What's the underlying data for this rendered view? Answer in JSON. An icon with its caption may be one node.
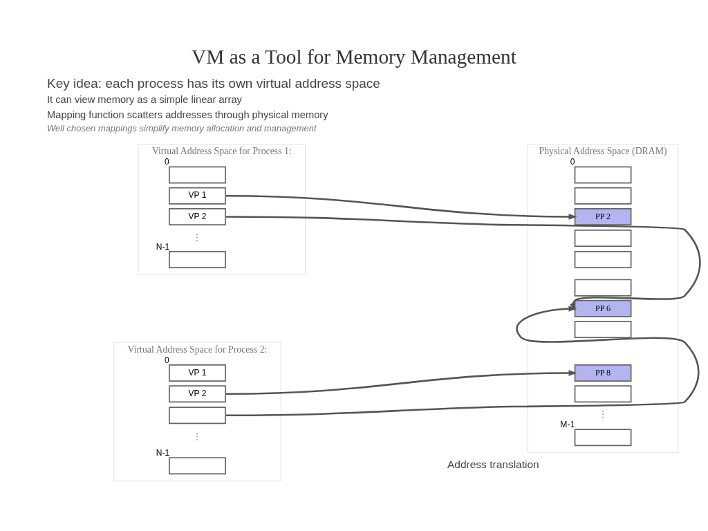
{
  "diagram": {
    "title": "VM as a Tool for Memory Management",
    "nodes": [
      {
        "text": [
          "Virtual Address Space for Process 1:"
        ]
      },
      {
        "text": [],
        "shape": "box",
        "in": 0,
        "beside": [
          "0"
        ]
      },
      {
        "text": [
          "VP 1"
        ],
        "in": 0
      },
      {
        "text": [
          "VP 2"
        ],
        "in": 0
      },
      {
        "text": [],
        "shape": "box",
        "in": 0,
        "beside": [
          "N-1"
        ]
      },
      {
        "text": [
          "Virtual Address Space for Process 2:"
        ]
      },
      {
        "text": [
          "VP 1"
        ],
        "in": 5,
        "beside": [
          "0"
        ]
      },
      {
        "text": [
          "VP 2"
        ],
        "in": 5
      },
      {
        "text": [],
        "shape": "box",
        "in": 5
      },
      {
        "text": [],
        "shape": "box",
        "in": 5,
        "beside": [
          "N-1"
        ]
      },
      {
        "text": [
          "Physical Address Space (DRAM)"
        ]
      },
      {
        "text": [],
        "shape": "box",
        "in": 10,
        "beside": [
          "0"
        ]
      },
      {
        "text": [],
        "shape": "box",
        "in": 10
      },
      {
        "text": [
          "PP 2"
        ],
        "in": 10
      },
      {
        "text": [],
        "shape": "box",
        "in": 10
      },
      {
        "text": [],
        "shape": "box",
        "in": 10
      },
      {
        "text": [],
        "shape": "box",
        "in": 10
      },
      {
        "text": [
          "PP 6"
        ],
        "in": 10
      },
      {
        "text": [],
        "shape": "box",
        "in": 10
      },
      {
        "text": [
          "PP 8"
        ],
        "in": 10
      },
      {
        "text": [],
        "shape": "box",
        "in": 10
      },
      {
        "text": [],
        "shape": "box",
        "in": 10,
        "beside": [
          "M-1"
        ]
      }
    ],
    "edges": [
      {
        "from": 2,
        "to": 13,
        "arrow": "to"
      },
      {
        "from": 3,
        "to": 17,
        "arrow": "to"
      },
      {
        "from": 7,
        "to": 19,
        "arrow": "to"
      },
      {
        "from": 8,
        "to": 17,
        "arrow": "to"
      }
    ],
    "labels": [
      "Key idea: each process has its own virtual address space",
      "It can view memory as a simple linear array",
      "Mapping function scatters addresses through physical memory",
      "Well chosen mappings simplify memory allocation and management",
      "⋮",
      "⋮",
      "Address translation",
      "⋮"
    ]
  }
}
